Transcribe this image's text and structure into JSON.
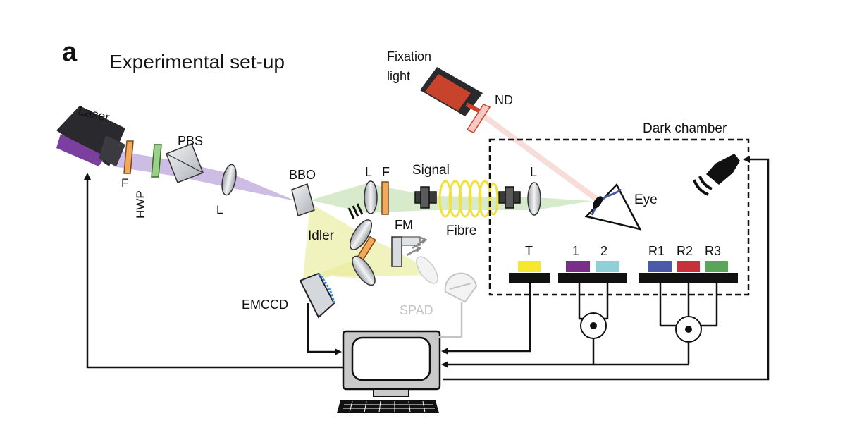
{
  "figure": {
    "panel_letter": "a",
    "title": "Experimental set-up"
  },
  "components": {
    "laser": "Laser",
    "filter_f": "F",
    "hwp": "HWP",
    "pbs": "PBS",
    "lens_l": "L",
    "bbo": "BBO",
    "idler": "Idler",
    "fm": "FM",
    "emccd": "EMCCD",
    "spad": "SPAD",
    "signal": "Signal",
    "fibre": "Fibre",
    "fixation_light_line1": "Fixation",
    "fixation_light_line2": "light",
    "nd": "ND",
    "dark_chamber": "Dark chamber",
    "eye": "Eye"
  },
  "response_buttons": {
    "t": "T",
    "one": "1",
    "two": "2",
    "r1": "R1",
    "r2": "R2",
    "r3": "R3"
  },
  "colors": {
    "laser_purple": "#7b3fa0",
    "beam_violet": "#b8a0d8",
    "beam_green": "#b7d9a0",
    "beam_yellow": "#e5ea8a",
    "filter_orange": "#f3a85a",
    "hwp_green": "#9bd08a",
    "fixation_red": "#c8432b",
    "fibre_yellow": "#f0e040",
    "button_yellow": "#f5e62e",
    "button_purple": "#7a2e8a",
    "button_cyan": "#8fcfd6",
    "button_blue": "#4a5aa8",
    "button_red": "#c8303a",
    "button_green": "#5aa55a"
  }
}
